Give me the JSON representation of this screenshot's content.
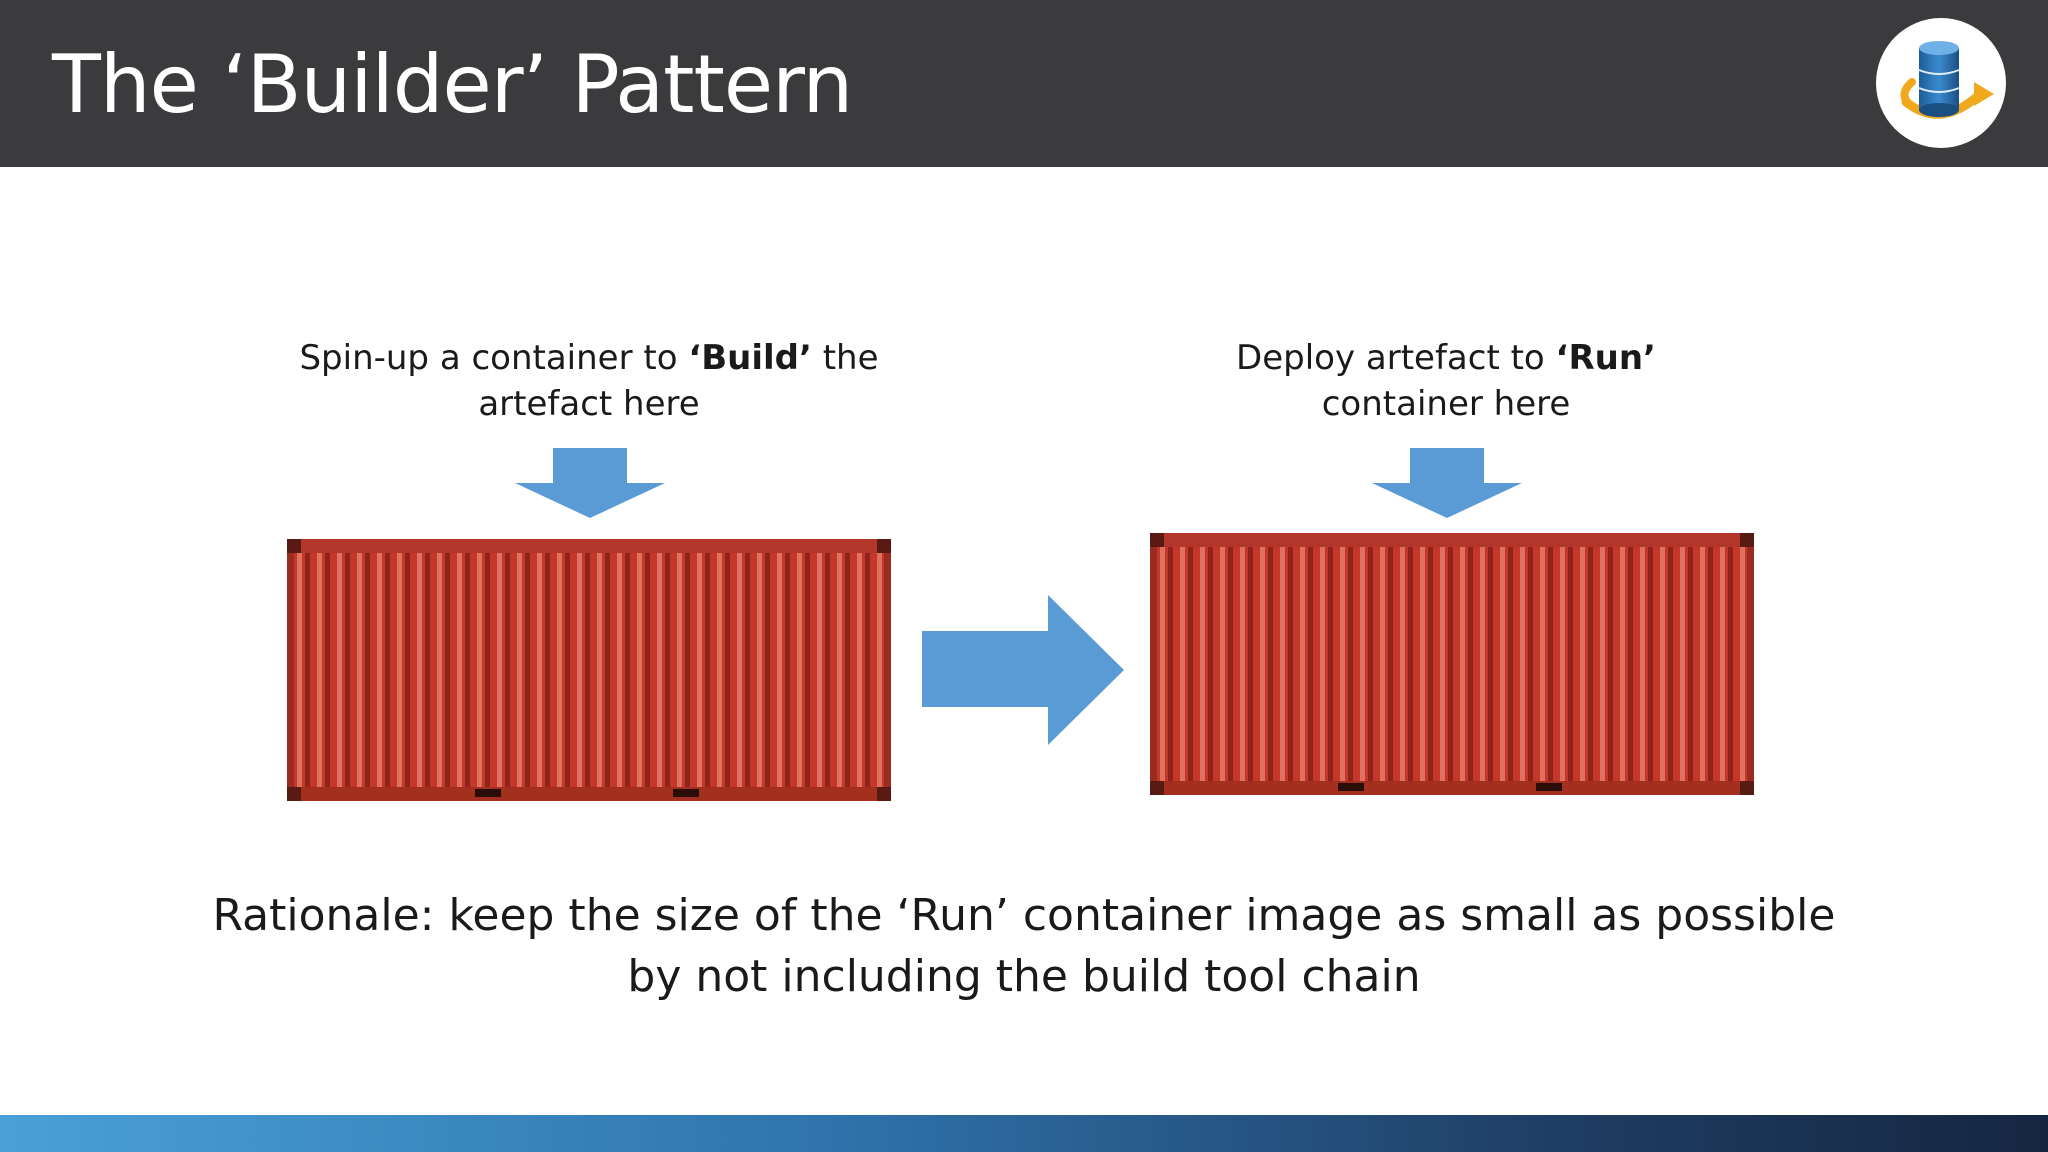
{
  "header": {
    "title": "The ‘Builder’ Pattern",
    "logo_icon": "database-sync-icon"
  },
  "build_caption": {
    "prefix": "Spin-up a container to ",
    "bold": "‘Build’",
    "suffix": " the",
    "line2": "artefact here"
  },
  "run_caption": {
    "prefix": "Deploy artefact to ",
    "bold": "‘Run’",
    "line2": "container here"
  },
  "rationale": {
    "line1": "Rationale: keep the size of the ‘Run’ container image as small as possible",
    "line2": "by not including the build tool chain"
  },
  "colors": {
    "header_bg": "#3b3a3c",
    "arrow_blue": "#5b9bd5",
    "container_red": "#c8392c"
  }
}
